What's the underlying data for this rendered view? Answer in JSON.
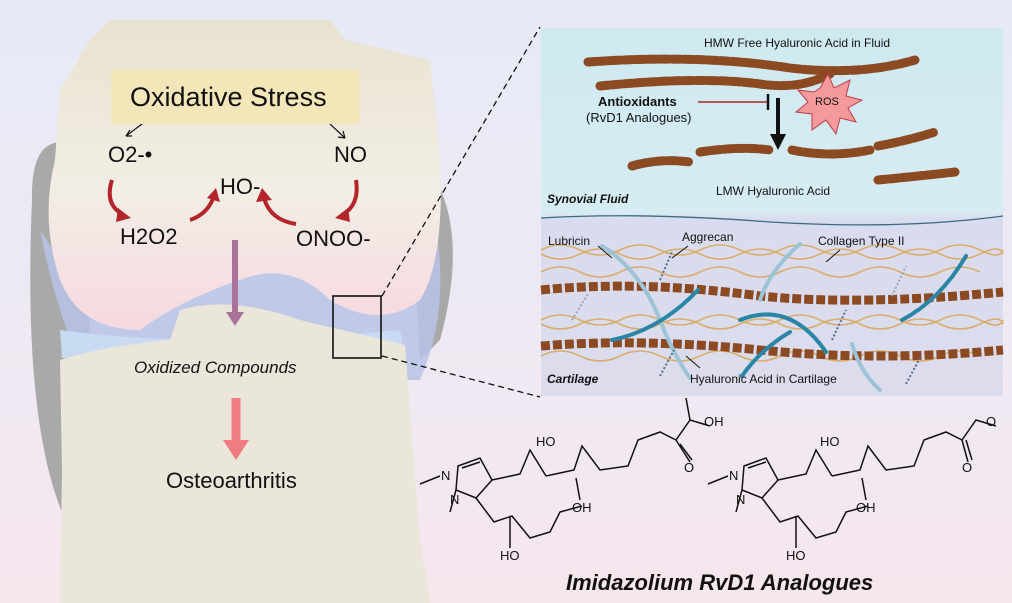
{
  "knee": {
    "oxidative_stress": "Oxidative Stress",
    "o2": "O2-•",
    "no": "NO",
    "h2o2": "H2O2",
    "ho": "HO-",
    "onoo": "ONOO-",
    "oxidized_compounds": "Oxidized Compounds",
    "osteoarthritis": "Osteoarthritis"
  },
  "inset": {
    "hmw": "HMW Free Hyaluronic Acid in Fluid",
    "antioxidants": "Antioxidants",
    "antioxidants_sub": "(RvD1 Analogues)",
    "ros": "ROS",
    "lmw": "LMW Hyaluronic Acid",
    "synovial_fluid": "Synovial Fluid",
    "lubricin": "Lubricin",
    "aggrecan": "Aggrecan",
    "collagen": "Collagen Type II",
    "cartilage": "Cartilage",
    "ha_cartilage": "Hyaluronic Acid in Cartilage"
  },
  "molecules": {
    "caption": "Imidazolium RvD1 Analogues",
    "m1": {
      "oh_top": "HO",
      "oh_bottom": "OH",
      "oh_chain": "HO",
      "acid_oh": "OH",
      "acid_o": "O",
      "n1": "N",
      "n2": "N"
    },
    "m2": {
      "oh_top": "HO",
      "oh_bottom": "OH",
      "oh_chain": "HO",
      "ester_o": "O",
      "ester_o2": "O",
      "n1": "N",
      "n2": "N"
    }
  },
  "colors": {
    "arrow_red": "#b3252a",
    "ha_bead": "#8b4a22",
    "ros_fill": "#f49a9a",
    "collagen_tan": "#d9ad6b",
    "lubricin_teal": "#2a85a6",
    "inset_top": "#cfe9f1",
    "inset_bottom": "#d9dcef"
  }
}
